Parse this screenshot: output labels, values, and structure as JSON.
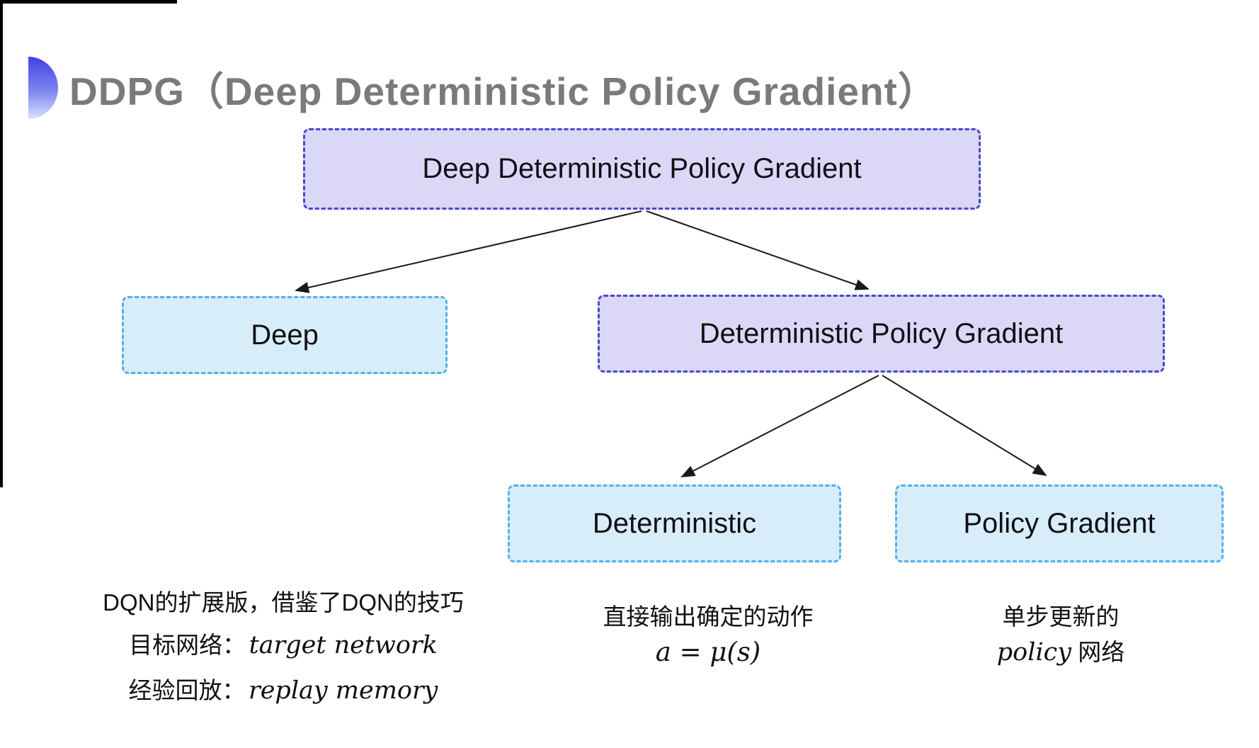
{
  "title": "DDPG（Deep Deterministic Policy Gradient）",
  "tree": {
    "root": "Deep Deterministic Policy Gradient",
    "deep": "Deep",
    "dpg": "Deterministic Policy Gradient",
    "deterministic": "Deterministic",
    "policy_gradient": "Policy Gradient"
  },
  "notes": {
    "deep": {
      "line1": "DQN的扩展版，借鉴了DQN的技巧",
      "line2_label": "目标网络：",
      "line2_term": "target network",
      "line3_label": "经验回放：",
      "line3_term": "replay memory"
    },
    "deterministic": {
      "line1": "直接输出确定的动作",
      "formula": "a = μ(s)"
    },
    "policy_gradient": {
      "line1": "单步更新的",
      "line2_term": "policy",
      "line2_rest": " 网络"
    }
  },
  "colors": {
    "purple_fill": "#dbd8f7",
    "purple_border": "#4547d0",
    "cyan_fill": "#d8edfa",
    "cyan_border": "#55b0e8",
    "title_gray": "#7a7a7a",
    "arrow": "#1a1a1a",
    "bullet_top": "#4240e6",
    "bullet_bottom": "#d9e1fb"
  }
}
